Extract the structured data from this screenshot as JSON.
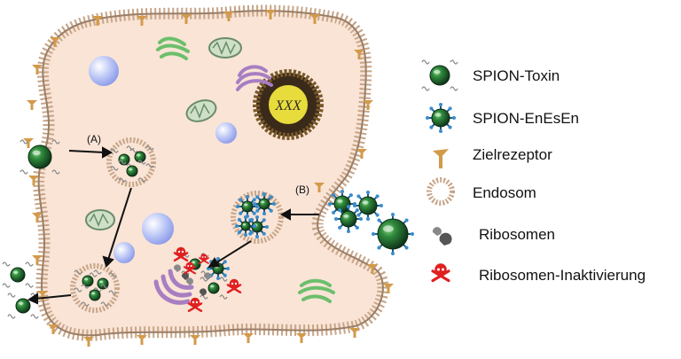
{
  "colors": {
    "cytoplasm": "#f9e4d6",
    "lipid_head": "#c7a588",
    "lipid_tail": "#9a7e66",
    "receptor": "#d39a4a",
    "spion_dark": "#123f22",
    "spion_light": "#2f8a3c",
    "enesen_tip": "#3a8ccc",
    "nucleus_ring": "#7a5a2a",
    "nucleus_inner": "#e8dc3c",
    "golgi": "#a87ec2",
    "er_green": "#6cbf6c",
    "mito": "#8aa68a",
    "vesicle": "#a9b8f2",
    "skull": "#e02020",
    "ribosome": "#7a7a7a",
    "arrow": "#111111"
  },
  "labels": {
    "step_a": "(A)",
    "step_b": "(B)",
    "nucleus_mark": "XXX"
  },
  "legend": [
    {
      "icon": "spion-toxin-icon",
      "label": "SPION-Toxin"
    },
    {
      "icon": "spion-enesen-icon",
      "label": "SPION-EnEsEn"
    },
    {
      "icon": "receptor-icon",
      "label": "Zielrezeptor"
    },
    {
      "icon": "endosome-icon",
      "label": "Endosom"
    },
    {
      "icon": "ribosome-icon",
      "label": "Ribosomen"
    },
    {
      "icon": "skull-icon",
      "label": "Ribosomen-Inaktivierung"
    }
  ]
}
